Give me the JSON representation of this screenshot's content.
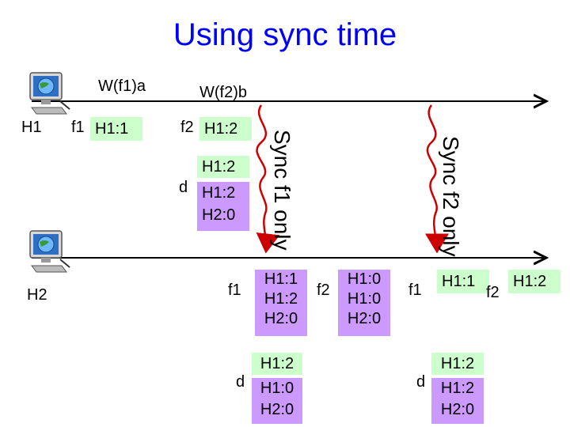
{
  "title": "Using sync time",
  "hosts": {
    "h1": "H1",
    "h2": "H2"
  },
  "writes": {
    "w1": "W(f1)a",
    "w2": "W(f2)b"
  },
  "h1_timeline": {
    "f1_label": "f1",
    "f1_value": "H1:1",
    "f2_label": "f2",
    "f2_value": "H1:2",
    "d_label": "d",
    "d_value1": "H1:2",
    "d_value2": "H1:2",
    "d_value3": "H2:0"
  },
  "sync_labels": {
    "sync1": "Sync f1 only",
    "sync2": "Sync f2 only"
  },
  "h2_after_sync1": {
    "f1_label": "f1",
    "f1_lines": [
      "H1:1",
      "H1:2",
      "H2:0"
    ],
    "f2_label": "f2",
    "f2_lines": [
      "H1:0",
      "H1:0",
      "H2:0"
    ],
    "d_label": "d",
    "d_value1": "H1:2",
    "d_lines": [
      "H1:0",
      "H2:0"
    ]
  },
  "h2_after_sync2": {
    "f1_label": "f1",
    "f1_value": "H1:1",
    "f2_label": "f2",
    "f2_value": "H1:2",
    "d_label": "d",
    "d_value1": "H1:2",
    "d_lines": [
      "H1:2",
      "H2:0"
    ]
  },
  "colors": {
    "title": "#0000ff",
    "green": "#ccffcc",
    "purple": "#cc99ff",
    "sync_arrow": "#cc0000"
  },
  "icons": {
    "computer1": "computer-icon",
    "computer2": "computer-icon"
  }
}
